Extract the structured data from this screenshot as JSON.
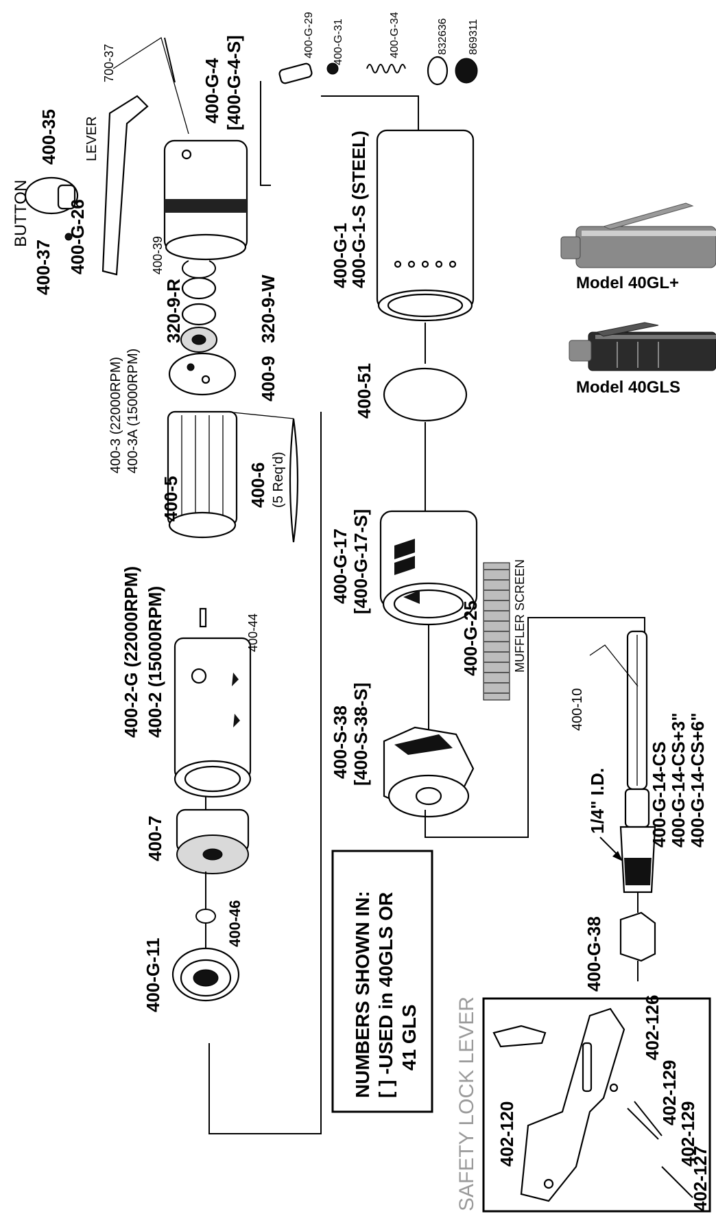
{
  "diagram": {
    "rotated_labels": {
      "button": "BUTTON",
      "p400_37": "400-37",
      "p400_35": "400-35",
      "p400_g_26": "400-G-26",
      "lever": "LEVER",
      "p700_37": "700-37",
      "p400_g_4": "400-G-4",
      "p400_g_4_s": "[400-G-4-S]",
      "p400_g_29": "400-G-29",
      "p400_g_31": "400-G-31",
      "p400_g_34": "400-G-34",
      "p832636": "832636",
      "p869311": "869311",
      "p400_39": "400-39",
      "p320_9_w": "320-9-W",
      "p320_9_r": "320-9-R",
      "p400_9": "400-9",
      "p400_3": "400-3 (22000RPM)",
      "p400_3a": "400-3A (15000RPM)",
      "p400_5": "400-5",
      "p400_6": "400-6",
      "p400_6_req": "(5 Req'd)",
      "p400_2_g": "400-2-G (22000RPM)",
      "p400_2": "400-2 (15000RPM)",
      "p400_44": "400-44",
      "p400_7": "400-7",
      "p400_46": "400-46",
      "p400_g_11": "400-G-11",
      "p400_g_1": "400-G-1",
      "p400_g_1_s": "400-G-1-S (STEEL)",
      "p400_51": "400-51",
      "p400_g_17": "400-G-17",
      "p400_g_17_s": "[400-G-17-S]",
      "p400_g_25": "400-G-25",
      "muffler_screen": "MUFFLER SCREEN",
      "p400_s_38": "400-S-38",
      "p400_s_38_s": "[400-S-38-S]",
      "p400_10": "400-10",
      "p400_g_14_cs": "400-G-14-CS",
      "p400_g_14_cs3": "400-G-14-CS+3\"",
      "p400_g_14_cs6": "400-G-14-CS+6\"",
      "quarter_id": "1/4\" I.D.",
      "p400_g_38": "400-G-38",
      "note_line1": "NUMBERS SHOWN IN:",
      "note_line2": "[ ] -USED in 40GLS OR",
      "note_line3": "41 GLS",
      "safety_lock_lever": "SAFETY LOCK LEVER",
      "p402_120": "402-120",
      "p402_126": "402-126",
      "p402_129": "402-129",
      "p402_127": "402-127"
    },
    "photo_captions": {
      "model_40gl": "Model 40GL+",
      "model_40gls": "Model 40GLS"
    }
  }
}
